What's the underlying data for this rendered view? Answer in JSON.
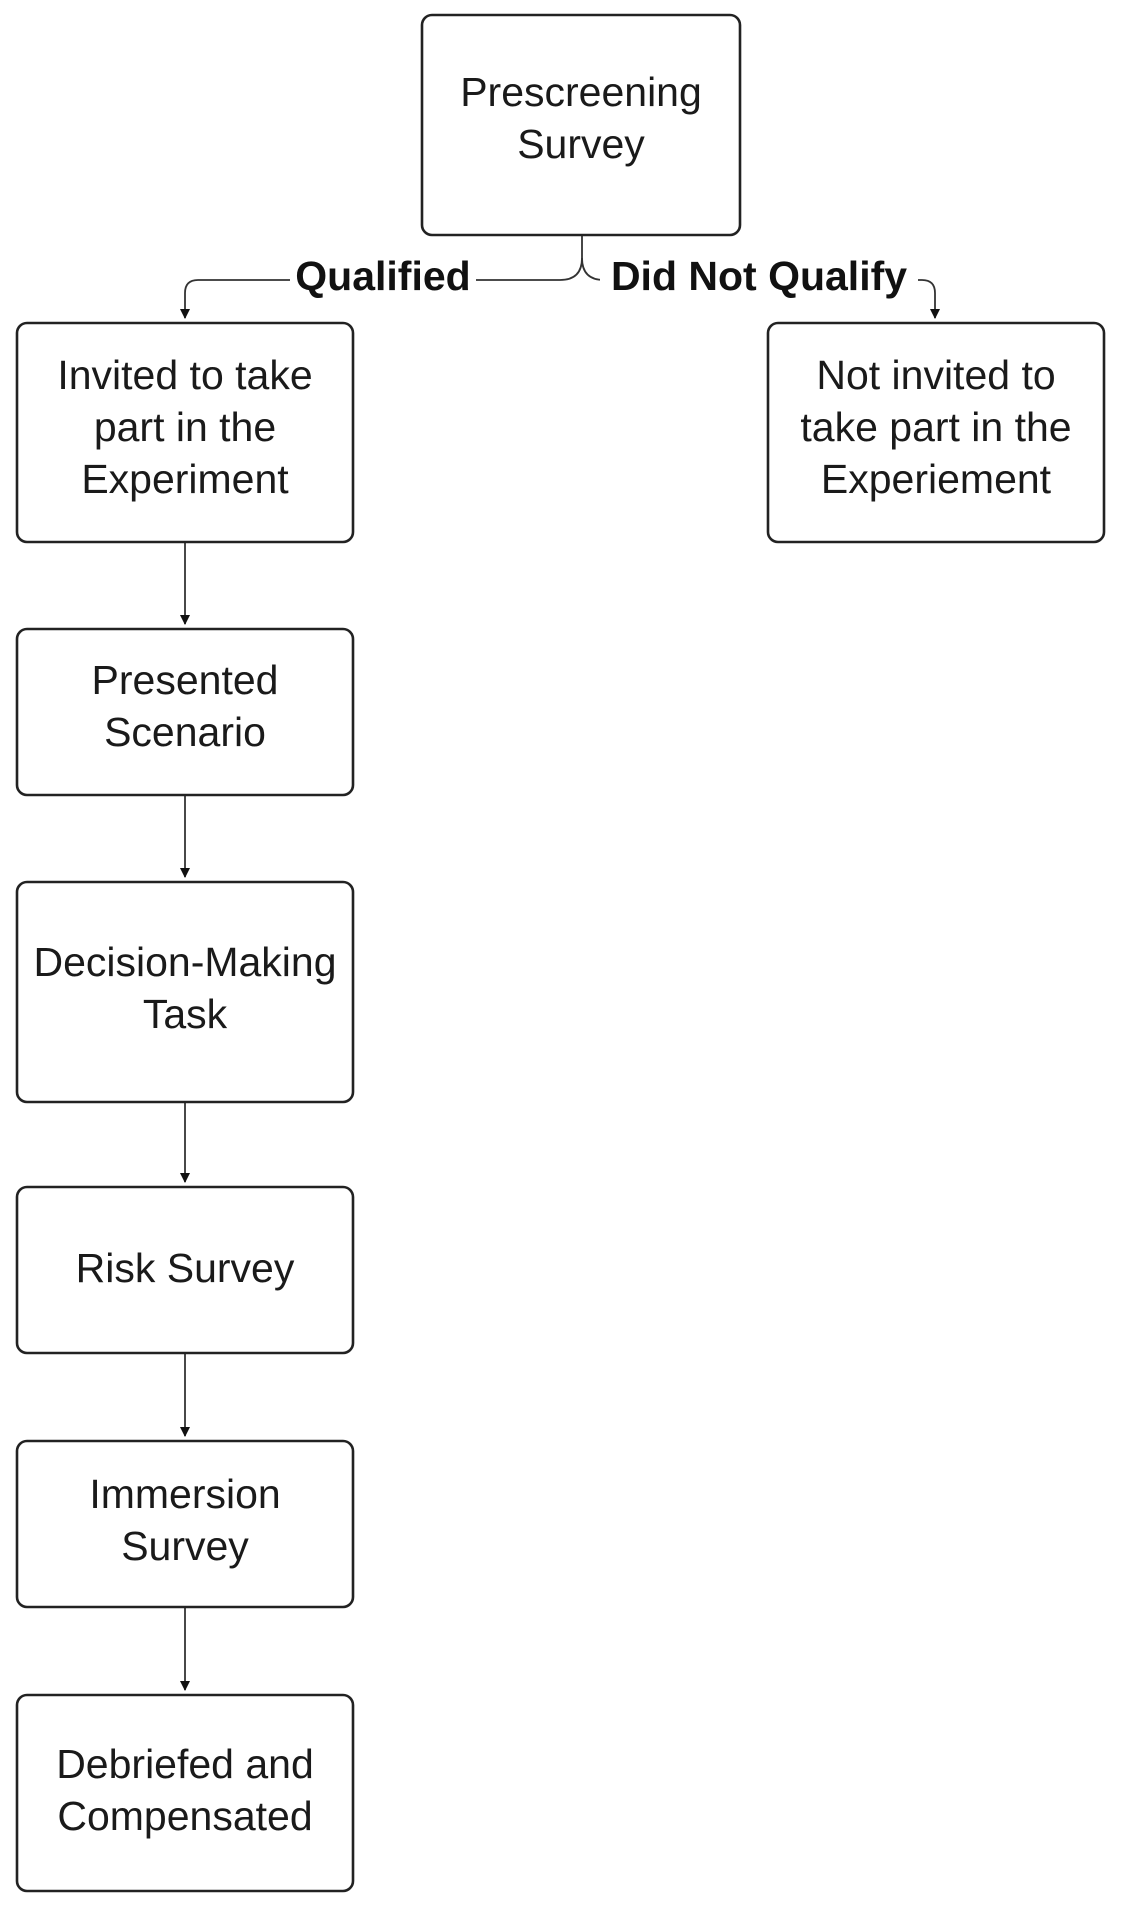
{
  "nodes": {
    "prescreening": {
      "lines": [
        "Prescreening",
        "Survey"
      ]
    },
    "invited": {
      "lines": [
        "Invited to take",
        "part in the",
        "Experiment"
      ]
    },
    "not_invited": {
      "lines": [
        "Not invited to",
        "take part in the",
        "Experiement"
      ]
    },
    "scenario": {
      "lines": [
        "Presented",
        "Scenario"
      ]
    },
    "decision": {
      "lines": [
        "Decision-Making",
        "Task"
      ]
    },
    "risk": {
      "lines": [
        "Risk Survey"
      ]
    },
    "immersion": {
      "lines": [
        "Immersion",
        "Survey"
      ]
    },
    "debriefed": {
      "lines": [
        "Debriefed and",
        "Compensated"
      ]
    }
  },
  "edges": {
    "qualified_label": "Qualified",
    "not_qualified_label": "Did Not Qualify"
  }
}
